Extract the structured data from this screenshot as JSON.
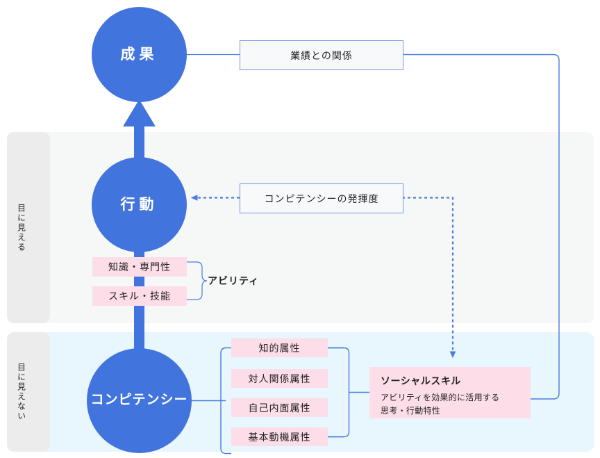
{
  "diagram": {
    "bands": [
      {
        "key": "visible",
        "label": "目に見える"
      },
      {
        "key": "hidden",
        "label": "目に見えない"
      }
    ],
    "circles": [
      {
        "key": "seika",
        "label": "成果"
      },
      {
        "key": "kodo",
        "label": "行動"
      },
      {
        "key": "competency",
        "label": "コンピテンシー"
      }
    ],
    "outline_boxes": [
      {
        "key": "gyoseki",
        "label": "業績との関係"
      },
      {
        "key": "hakki",
        "label": "コンピテンシーの発揮度"
      }
    ],
    "ability": {
      "label": "アビリティ",
      "items": [
        {
          "label": "知識・専門性"
        },
        {
          "label": "スキル・技能"
        }
      ]
    },
    "attributes": [
      {
        "label": "知的属性"
      },
      {
        "label": "対人関係属性"
      },
      {
        "label": "自己内面属性"
      },
      {
        "label": "基本動機属性"
      }
    ],
    "social_skill": {
      "title": "ソーシャルスキル",
      "desc_line1": "アビリティを効果的に活用する",
      "desc_line2": "思考・行動特性"
    },
    "colors": {
      "circle_blue": "#4274dd",
      "line_blue": "#4a7ce0",
      "pink": "#fcdde8",
      "band_visible": "#f6f7f7",
      "band_hidden": "#e8f6fd",
      "band_tab": "#ececec",
      "box_border": "#6f97e3",
      "box_fill": "#f8f9fa"
    }
  }
}
